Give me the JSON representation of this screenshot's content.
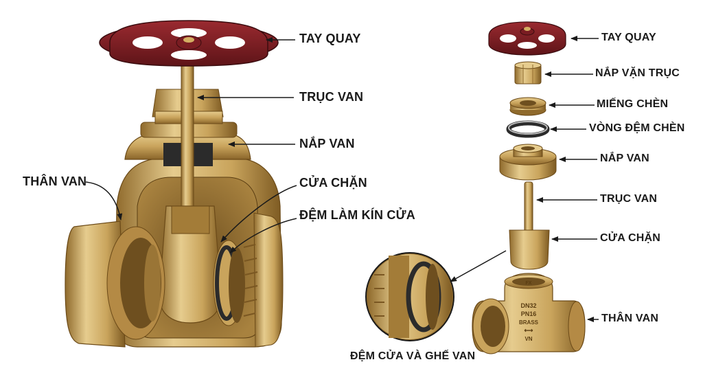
{
  "left_diagram": {
    "labels": {
      "handwheel": "TAY QUAY",
      "stem": "TRỤC VAN",
      "bonnet": "NẮP VAN",
      "body": "THÂN VAN",
      "wedge": "CỬA CHẶN",
      "gate_seal": "ĐỆM LÀM KÍN CỬA"
    }
  },
  "right_diagram": {
    "labels": {
      "handwheel": "TAY QUAY",
      "stem_nut": "NẮP VẶN TRỤC",
      "gland": "MIẾNG CHÈN",
      "gland_ring": "VÒNG ĐỆM CHÈN",
      "bonnet": "NẮP VAN",
      "stem": "TRỤC VAN",
      "wedge": "CỬA CHẶN",
      "body": "THÂN VAN",
      "seat_detail": "ĐỆM CỬA VÀ GHẾ VAN"
    },
    "body_markings": {
      "line1": "FX",
      "line2": "DN32",
      "line3": "PN16",
      "line4": "BRASS",
      "line5": "VN"
    }
  },
  "colors": {
    "brass": "#c9a45c",
    "brass_dark": "#8f6a2c",
    "brass_light": "#e6cc8e",
    "handwheel": "#7a1c22",
    "seal": "#2b2b2b",
    "arrow": "#1a1a1a"
  }
}
